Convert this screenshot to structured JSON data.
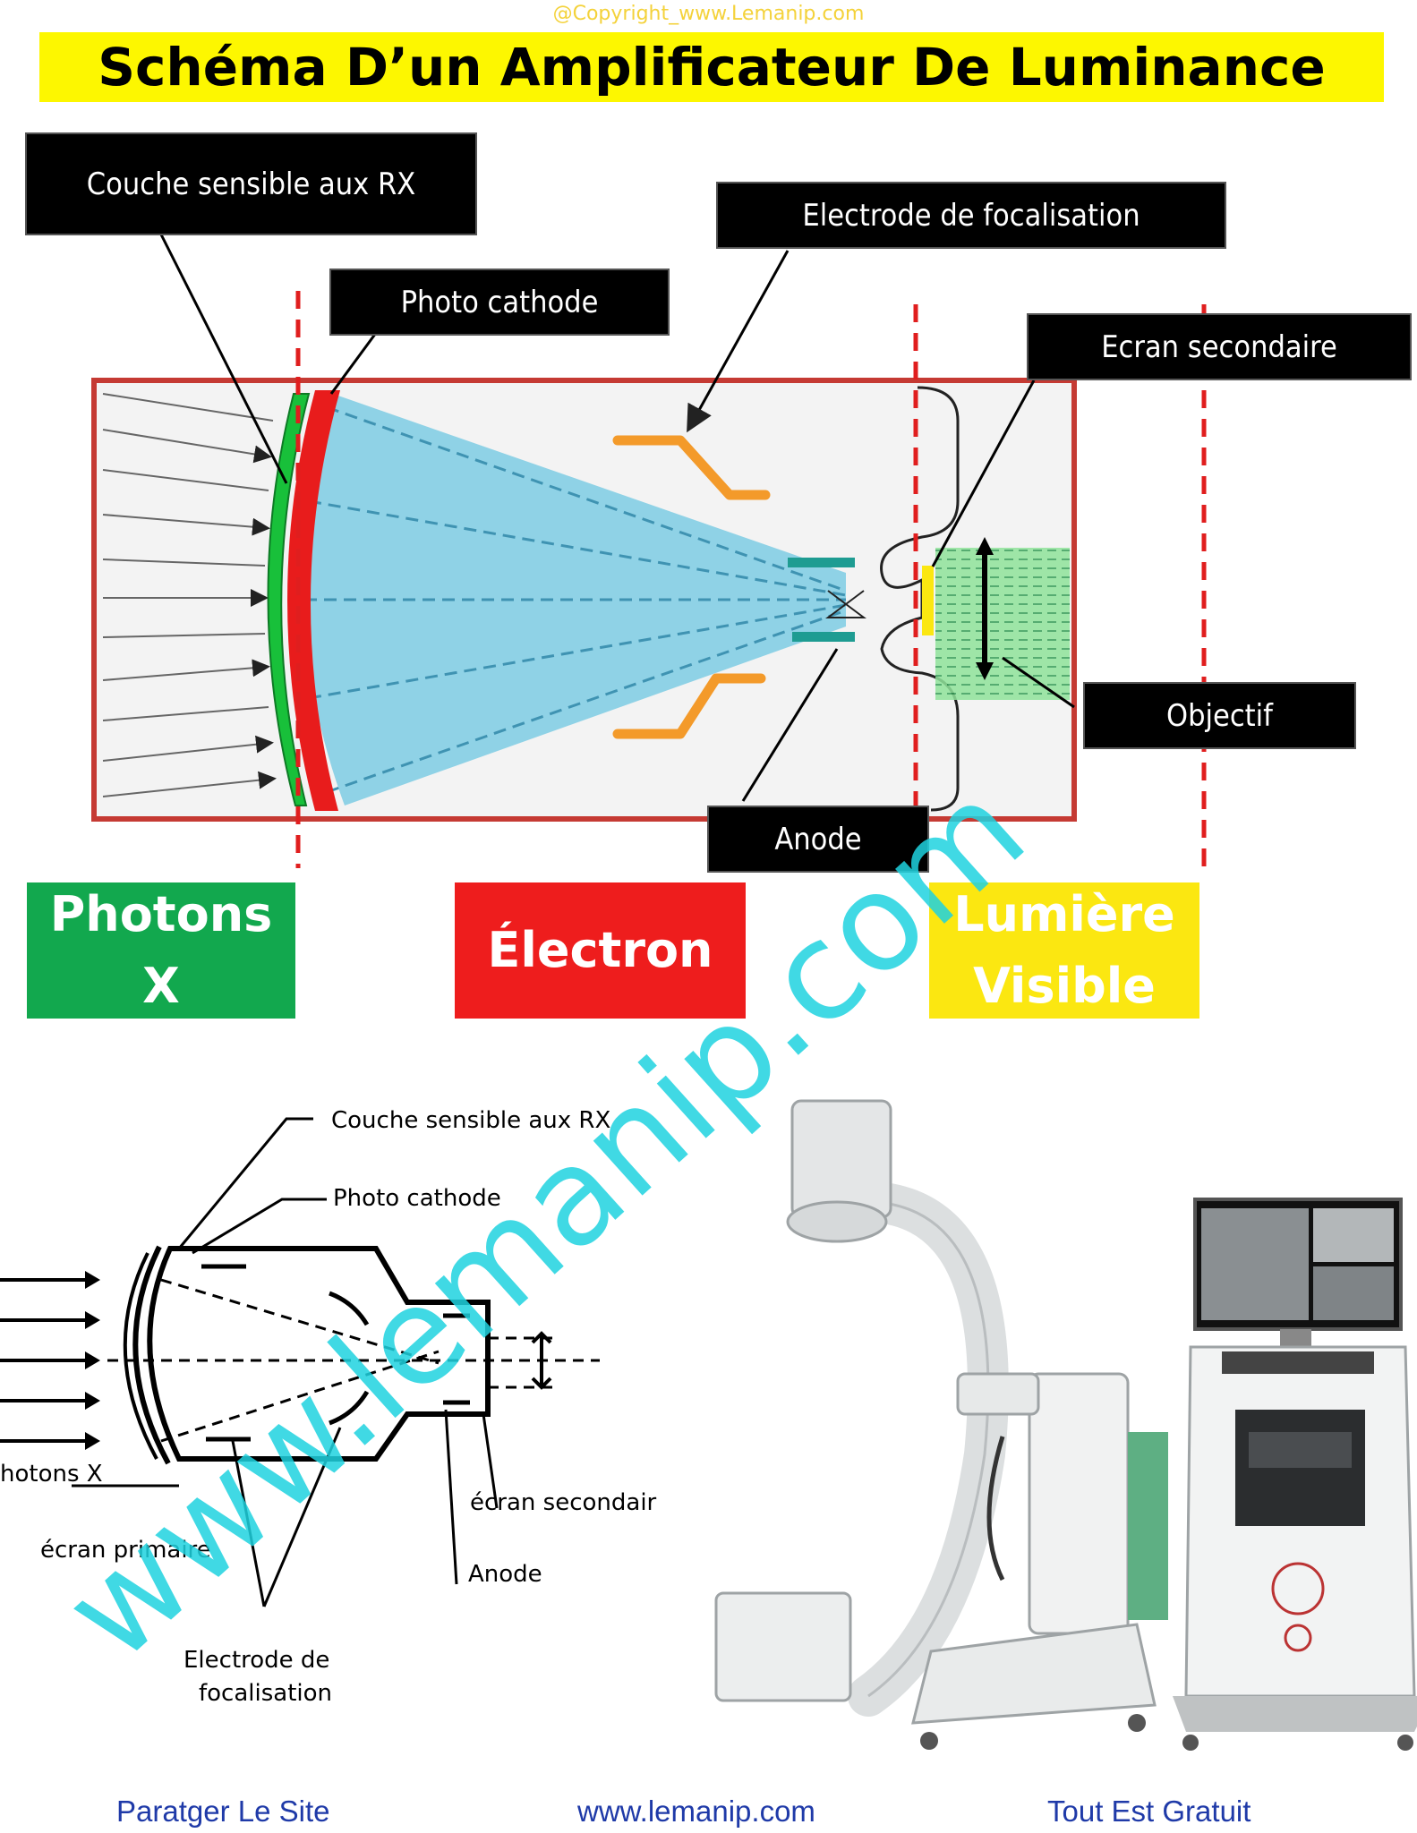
{
  "copyright": "@Copyright_www.Lemanip.com",
  "title": "Schéma D’un Amplificateur De Luminance",
  "top_diagram": {
    "labels": {
      "couche": "Couche sensible aux RX",
      "photocathode": "Photo cathode",
      "electrode": "Electrode de focalisation",
      "ecran_secondaire": "Ecran secondaire",
      "objectif": "Objectif",
      "anode": "Anode"
    },
    "zones": {
      "photons": [
        "Photons",
        "X"
      ],
      "electron": "Électron",
      "lumiere": [
        "Lumière",
        "Visible"
      ]
    },
    "colors": {
      "photons": "#12a84e",
      "electron": "#ee1d1d",
      "lumiere": "#fbe711",
      "tube_border": "#c53a33",
      "beam": "#7ccbe3",
      "electrode": "#f39a2a",
      "anode": "#1e9c92"
    }
  },
  "bottom_diagram": {
    "labels": {
      "couche": "Couche sensible aux RX",
      "photocathode": "Photo cathode",
      "photons": "hotons X",
      "ecran_secondaire": "écran secondair",
      "ecran_primaire": "écran primaire",
      "anode": "Anode",
      "electrode_line1": "Electrode de",
      "electrode_line2": "focalisation"
    }
  },
  "watermark": "www.lemanip.com",
  "footer": {
    "left": "Paratger Le Site",
    "center": "www.lemanip.com",
    "right": "Tout Est Gratuit"
  }
}
